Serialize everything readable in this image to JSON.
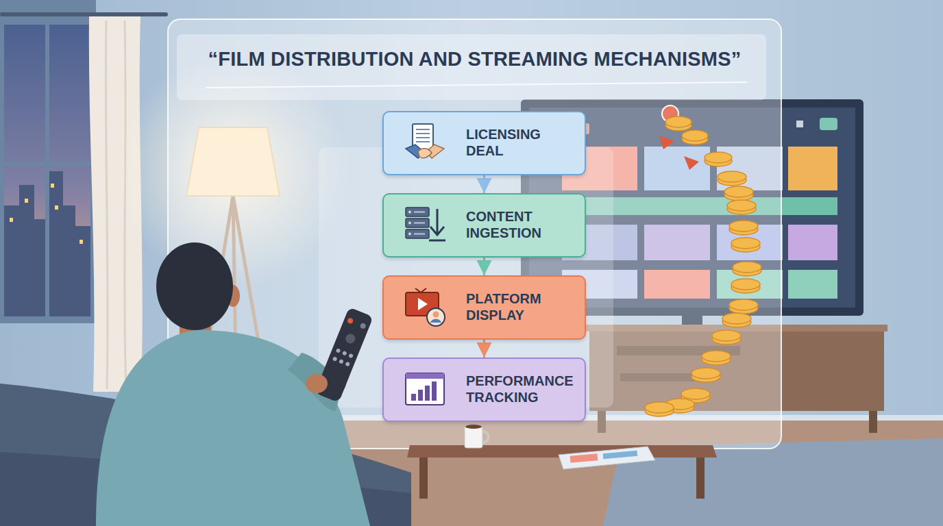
{
  "diagram": {
    "title": "“FILM DISTRIBUTION AND STREAMING MECHANISMS”",
    "nodes": [
      {
        "text": [
          "LICENSING DEAL"
        ]
      },
      {
        "text": [
          "CONTENT INGESTION"
        ]
      },
      {
        "text": [
          "PLATFORM DISPLAY"
        ]
      },
      {
        "text": [
          "PERFORMANCE TRACKING"
        ]
      }
    ],
    "edges": [
      {
        "from": 0,
        "to": 1,
        "arrow": "to"
      },
      {
        "from": 1,
        "to": 2,
        "arrow": "to"
      },
      {
        "from": 2,
        "to": 3,
        "arrow": "to"
      }
    ]
  }
}
